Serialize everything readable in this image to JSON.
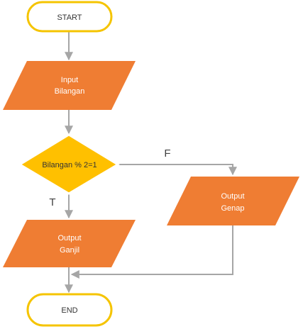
{
  "colors": {
    "terminal_fill": "#ffffff",
    "terminal_stroke": "#f5c400",
    "process_fill": "#ef7d33",
    "decision_fill": "#ffc000",
    "decision_stroke": "#ffffff",
    "connector": "#a6a6a6",
    "terminal_text": "#333333",
    "shape_text": "#ffffff",
    "label_text": "#404040"
  },
  "nodes": {
    "start": {
      "label": "START"
    },
    "input": {
      "line1": "Input",
      "line2": "Bilangan"
    },
    "decision": {
      "label": "Bilangan % 2=1"
    },
    "output_ganjil": {
      "line1": "Output",
      "line2": "Ganjil"
    },
    "output_genap": {
      "line1": "Output",
      "line2": "Genap"
    },
    "end": {
      "label": "END"
    }
  },
  "edges": {
    "true_label": "T",
    "false_label": "F"
  }
}
